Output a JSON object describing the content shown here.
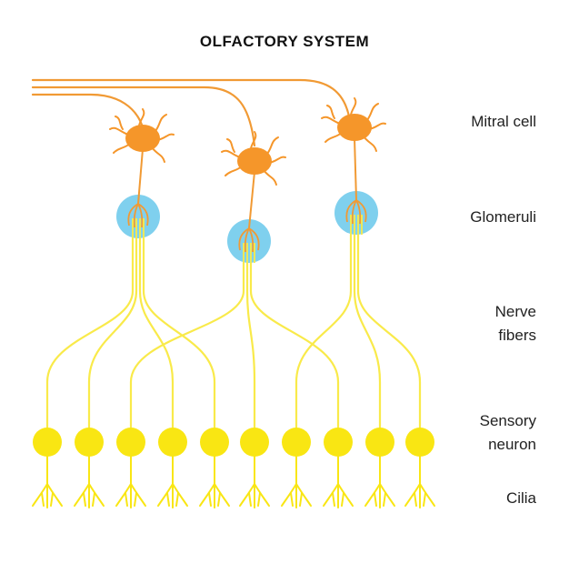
{
  "title": "OLFACTORY SYSTEM",
  "labels": {
    "mitral": "Mitral cell",
    "glomeruli": "Glomeruli",
    "nerve_line1": "Nerve",
    "nerve_line2": "fibers",
    "sensory_line1": "Sensory",
    "sensory_line2": "neuron",
    "cilia": "Cilia"
  },
  "colors": {
    "mitral": "#f5962a",
    "glomerulus": "#7fd0ee",
    "neuron": "#f9e613",
    "fiber": "#f9ea4a",
    "axon": "#f19a34"
  },
  "counts": {
    "mitral_cells": 3,
    "glomeruli": 3,
    "sensory_neurons": 10
  }
}
